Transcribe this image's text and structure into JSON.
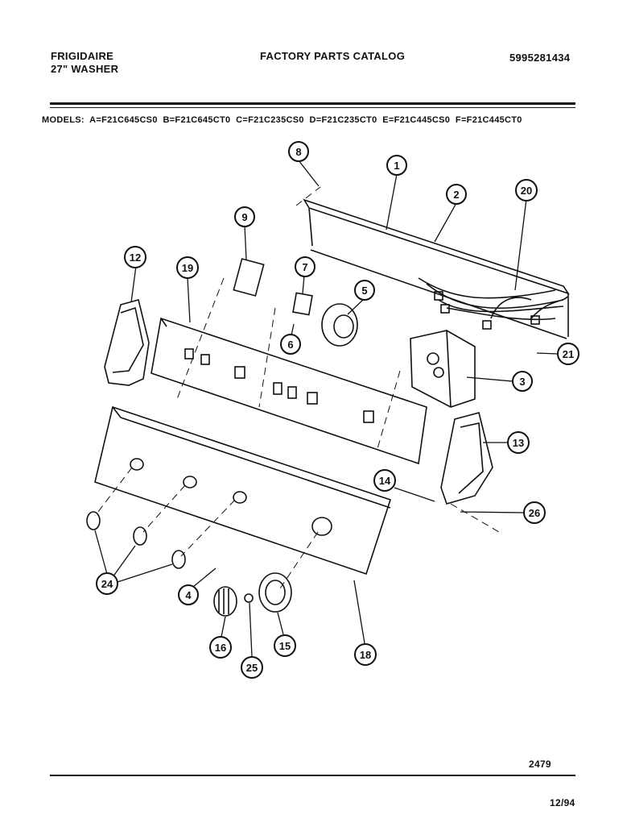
{
  "header": {
    "brand": "FRIGIDAIRE",
    "product": "27\" WASHER",
    "catalog_title": "FACTORY PARTS CATALOG",
    "catalog_number": "5995281434"
  },
  "models_line": "MODELS:  A=F21C645CS0  B=F21C645CT0  C=F21C235CS0  D=F21C235CT0  E=F21C445CS0  F=F21C445CT0",
  "callouts": [
    "8",
    "1",
    "2",
    "20",
    "9",
    "12",
    "19",
    "7",
    "5",
    "6",
    "21",
    "3",
    "13",
    "14",
    "26",
    "24",
    "4",
    "16",
    "25",
    "15",
    "18"
  ],
  "footer": {
    "diagram_number": "2479",
    "date": "12/94"
  }
}
